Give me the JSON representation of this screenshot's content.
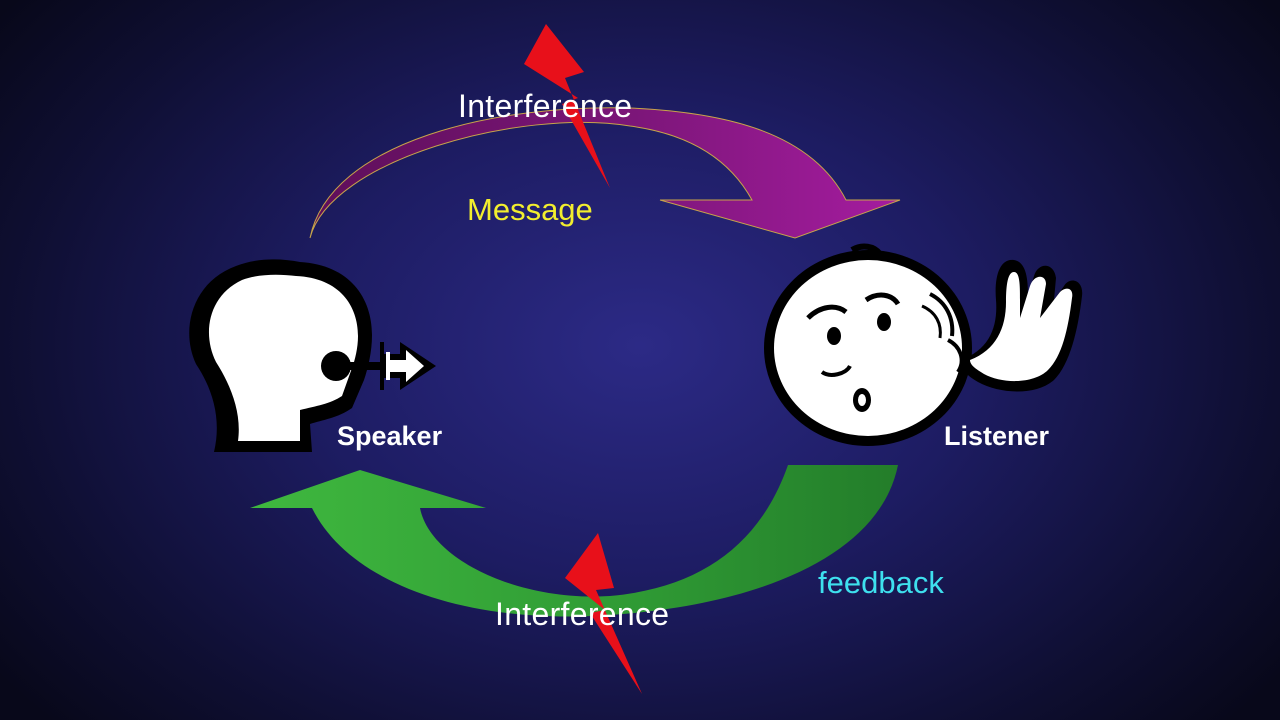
{
  "labels": {
    "interference_top": "Interference",
    "message": "Message",
    "speaker": "Speaker",
    "listener": "Listener",
    "feedback": "feedback",
    "interference_bottom": "Interference"
  },
  "colors": {
    "message_arrow": "#7a1478",
    "feedback_arrow": "#36a73a",
    "interference_bolt": "#e8101a",
    "message_text": "#f2ee2e",
    "feedback_text": "#3ee0ee"
  },
  "icons": {
    "speaker": "speaker-head-icon",
    "listener": "listener-face-icon",
    "interference": "lightning-bolt-icon"
  }
}
